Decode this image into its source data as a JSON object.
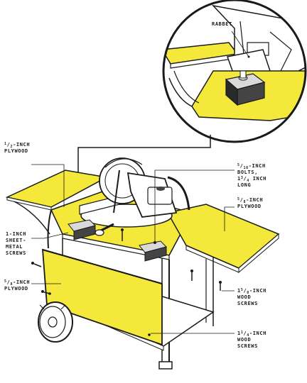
{
  "colors": {
    "yellow": "#F4E83A",
    "ink": "#1a1a1a",
    "dark_gray": "#444444",
    "light_gray": "#d9d9d9",
    "white": "#ffffff"
  },
  "callouts": {
    "rabbet": "RABBET",
    "plywood_left_top": {
      "num": "1",
      "den": "2",
      "line1_rest": "-INCH",
      "line2": "PLYWOOD"
    },
    "bolts": {
      "num1": "5",
      "den1": "16",
      "line1_rest": "-INCH",
      "line2": "BOLTS,",
      "l3_whole": "1",
      "num3": "3",
      "den3": "4",
      "line3_rest": " INCH",
      "line4": "LONG"
    },
    "plywood_right_top": {
      "num": "5",
      "den": "8",
      "line1_rest": "-INCH",
      "line2": "PLYWOOD"
    },
    "sheet_metal": {
      "line1": "1-INCH",
      "line2": "SHEET-",
      "line3": "METAL",
      "line4": "SCREWS"
    },
    "plywood_left_bottom": {
      "num": "5",
      "den": "8",
      "line1_rest": "-INCH",
      "line2": "PLYWOOD"
    },
    "wood_screws_1": {
      "whole": "1",
      "num": "5",
      "den": "8",
      "line1_rest": "-INCH",
      "line2": "WOOD",
      "line3": "SCREWS"
    },
    "wood_screws_2": {
      "whole": "1",
      "num": "1",
      "den": "4",
      "line1_rest": "-INCH",
      "line2": "WOOD",
      "line3": "SCREWS"
    }
  }
}
